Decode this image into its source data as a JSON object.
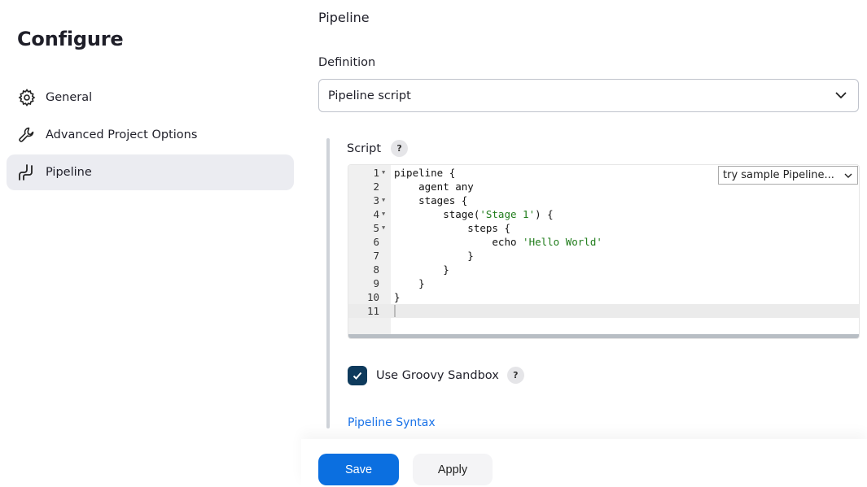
{
  "sidebar": {
    "title": "Configure",
    "items": [
      {
        "label": "General",
        "icon": "gear-icon"
      },
      {
        "label": "Advanced Project Options",
        "icon": "wrench-icon"
      },
      {
        "label": "Pipeline",
        "icon": "pipeline-icon",
        "active": true
      }
    ]
  },
  "main": {
    "section_title": "Pipeline",
    "definition_label": "Definition",
    "definition_value": "Pipeline script",
    "script_label": "Script",
    "help": "?",
    "sample_select": "try sample Pipeline...",
    "code_lines": [
      {
        "n": "1",
        "fold": true,
        "pre": "pipeline {",
        "str": "",
        "post": ""
      },
      {
        "n": "2",
        "fold": false,
        "pre": "    agent any",
        "str": "",
        "post": ""
      },
      {
        "n": "3",
        "fold": true,
        "pre": "    stages {",
        "str": "",
        "post": ""
      },
      {
        "n": "4",
        "fold": true,
        "pre": "        stage(",
        "str": "'Stage 1'",
        "post": ") {"
      },
      {
        "n": "5",
        "fold": true,
        "pre": "            steps {",
        "str": "",
        "post": ""
      },
      {
        "n": "6",
        "fold": false,
        "pre": "                echo ",
        "str": "'Hello World'",
        "post": ""
      },
      {
        "n": "7",
        "fold": false,
        "pre": "            }",
        "str": "",
        "post": ""
      },
      {
        "n": "8",
        "fold": false,
        "pre": "        }",
        "str": "",
        "post": ""
      },
      {
        "n": "9",
        "fold": false,
        "pre": "    }",
        "str": "",
        "post": ""
      },
      {
        "n": "10",
        "fold": false,
        "pre": "}",
        "str": "",
        "post": ""
      },
      {
        "n": "11",
        "fold": false,
        "pre": "",
        "str": "",
        "post": "",
        "current": true
      }
    ],
    "sandbox_label": "Use Groovy Sandbox",
    "sandbox_checked": true,
    "syntax_link": "Pipeline Syntax"
  },
  "footer": {
    "save": "Save",
    "apply": "Apply"
  },
  "colors": {
    "primary": "#0b6fe0",
    "checkbox": "#0e3a5c",
    "link": "#1a73e8",
    "string": "#217d1c"
  }
}
